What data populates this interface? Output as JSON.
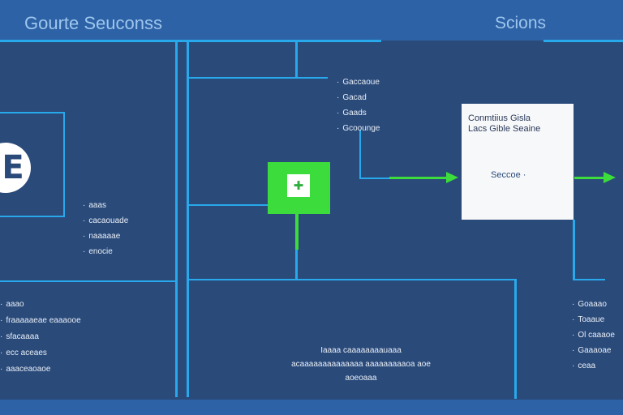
{
  "header": {
    "title_left": "Gourte Seuconss",
    "title_right": "Scions"
  },
  "top_list": {
    "items": [
      "Gaccaoue",
      "Gacad",
      "Gaads",
      "Gcoounge"
    ]
  },
  "left_mid_list": {
    "items": [
      "aaas",
      "cacaouade",
      "naaaaae",
      "enocie"
    ]
  },
  "left_bottom_list": {
    "items": [
      "aaao",
      "fraaaaaeae eaaaooe",
      "sfacaaaa",
      "ecc aceaes",
      "aaaceaoaoe"
    ]
  },
  "green_node": {
    "glyph": "✚"
  },
  "white_node": {
    "title": "Conmtiius Gisla",
    "subtitle": "Lacs Gible Seaine",
    "action": "Seccoe ·"
  },
  "right_list": {
    "items": [
      "Goaaao",
      "Toaaue",
      "Ol caaaoe",
      "Gaaaoae",
      "ceaa"
    ]
  },
  "center_text": {
    "line1": "Iaaaa caaaaaaaauaaa",
    "line2": "acaaaaaaaaaaaaaa aaaaaaaaaoa aoe",
    "line3": "aoeoaaa"
  },
  "colors": {
    "background": "#2a4a7a",
    "bars": "#2d62a6",
    "line_blue": "#28a9ec",
    "line_green": "#3bdc3b",
    "node_white": "#f7f8fa"
  }
}
